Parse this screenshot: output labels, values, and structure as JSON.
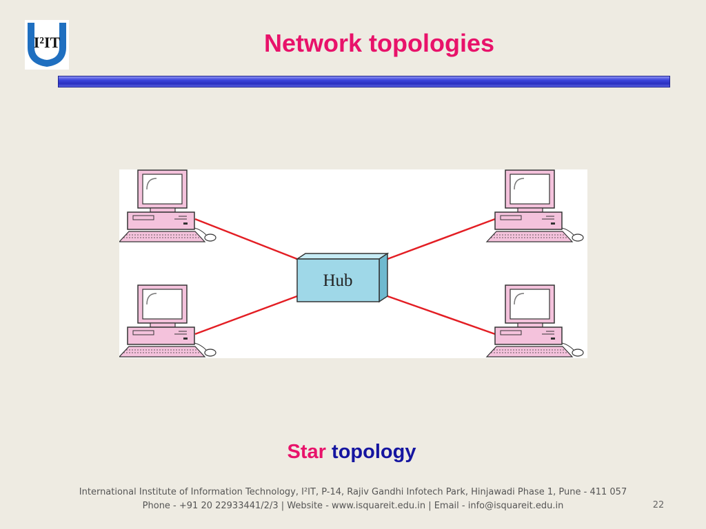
{
  "header": {
    "logo_text": "I²IT",
    "title": "Network topologies"
  },
  "diagram": {
    "hub_label": "Hub",
    "colors": {
      "link": "#e31e24",
      "hub_fill": "#9fd8e8",
      "computer_fill": "#f4c2dc",
      "screen_fill": "#ffffff"
    }
  },
  "caption": {
    "part1": "Star",
    "part2": "topology"
  },
  "footer": {
    "line1": "International Institute of Information Technology, I²IT, P-14, Rajiv Gandhi Infotech Park, Hinjawadi Phase 1, Pune - 411 057",
    "line2": "Phone - +91 20 22933441/2/3 | Website - www.isquareit.edu.in | Email - info@isquareit.edu.in",
    "slide_number": "22"
  }
}
